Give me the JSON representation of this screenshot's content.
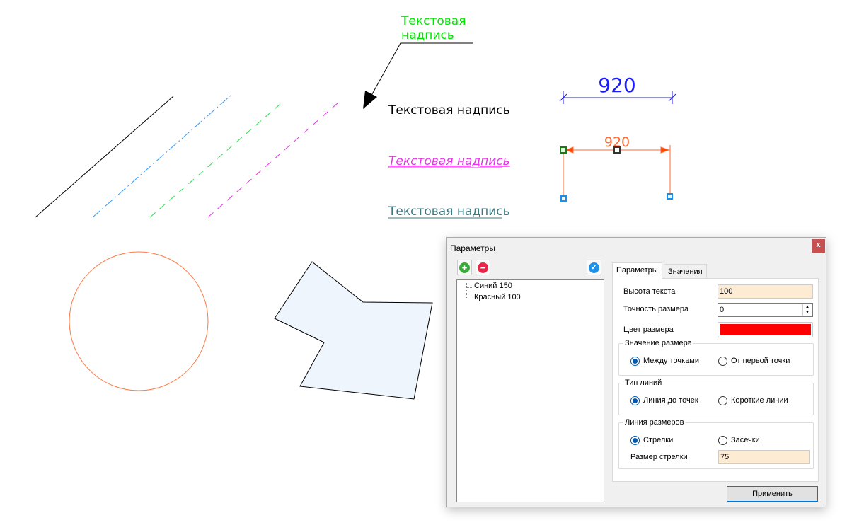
{
  "drawing": {
    "leader_text": [
      "Текстовая",
      "надпись"
    ],
    "text_black": "Текстовая надпись",
    "text_magenta": "Текстовая надпись",
    "text_teal": "Текстовая надпись",
    "dim_blue": "920",
    "dim_orange": "920",
    "colors": {
      "green": "#00e600",
      "blue": "#1a1aff",
      "orange": "#ff6a33",
      "magenta": "#e633e6",
      "teal": "#3a7a80"
    }
  },
  "dialog": {
    "title": "Параметры",
    "close": "x",
    "tree": [
      "Синий 150",
      "Красный 100"
    ],
    "tabs": [
      "Параметры",
      "Значения"
    ],
    "text_height_label": "Высота текста",
    "text_height": "100",
    "precision_label": "Точность размера",
    "precision": "0",
    "color_label": "Цвет размера",
    "color": "#ff0000",
    "group_value": {
      "title": "Значение размера",
      "options": [
        "Между точками",
        "От первой точки"
      ]
    },
    "group_line": {
      "title": "Тип линий",
      "options": [
        "Линия до точек",
        "Короткие линии"
      ]
    },
    "group_dim": {
      "title": "Линия размеров",
      "options": [
        "Стрелки",
        "Засечки"
      ],
      "arrow_label": "Размер стрелки",
      "arrow_size": "75"
    },
    "apply": "Применить"
  }
}
